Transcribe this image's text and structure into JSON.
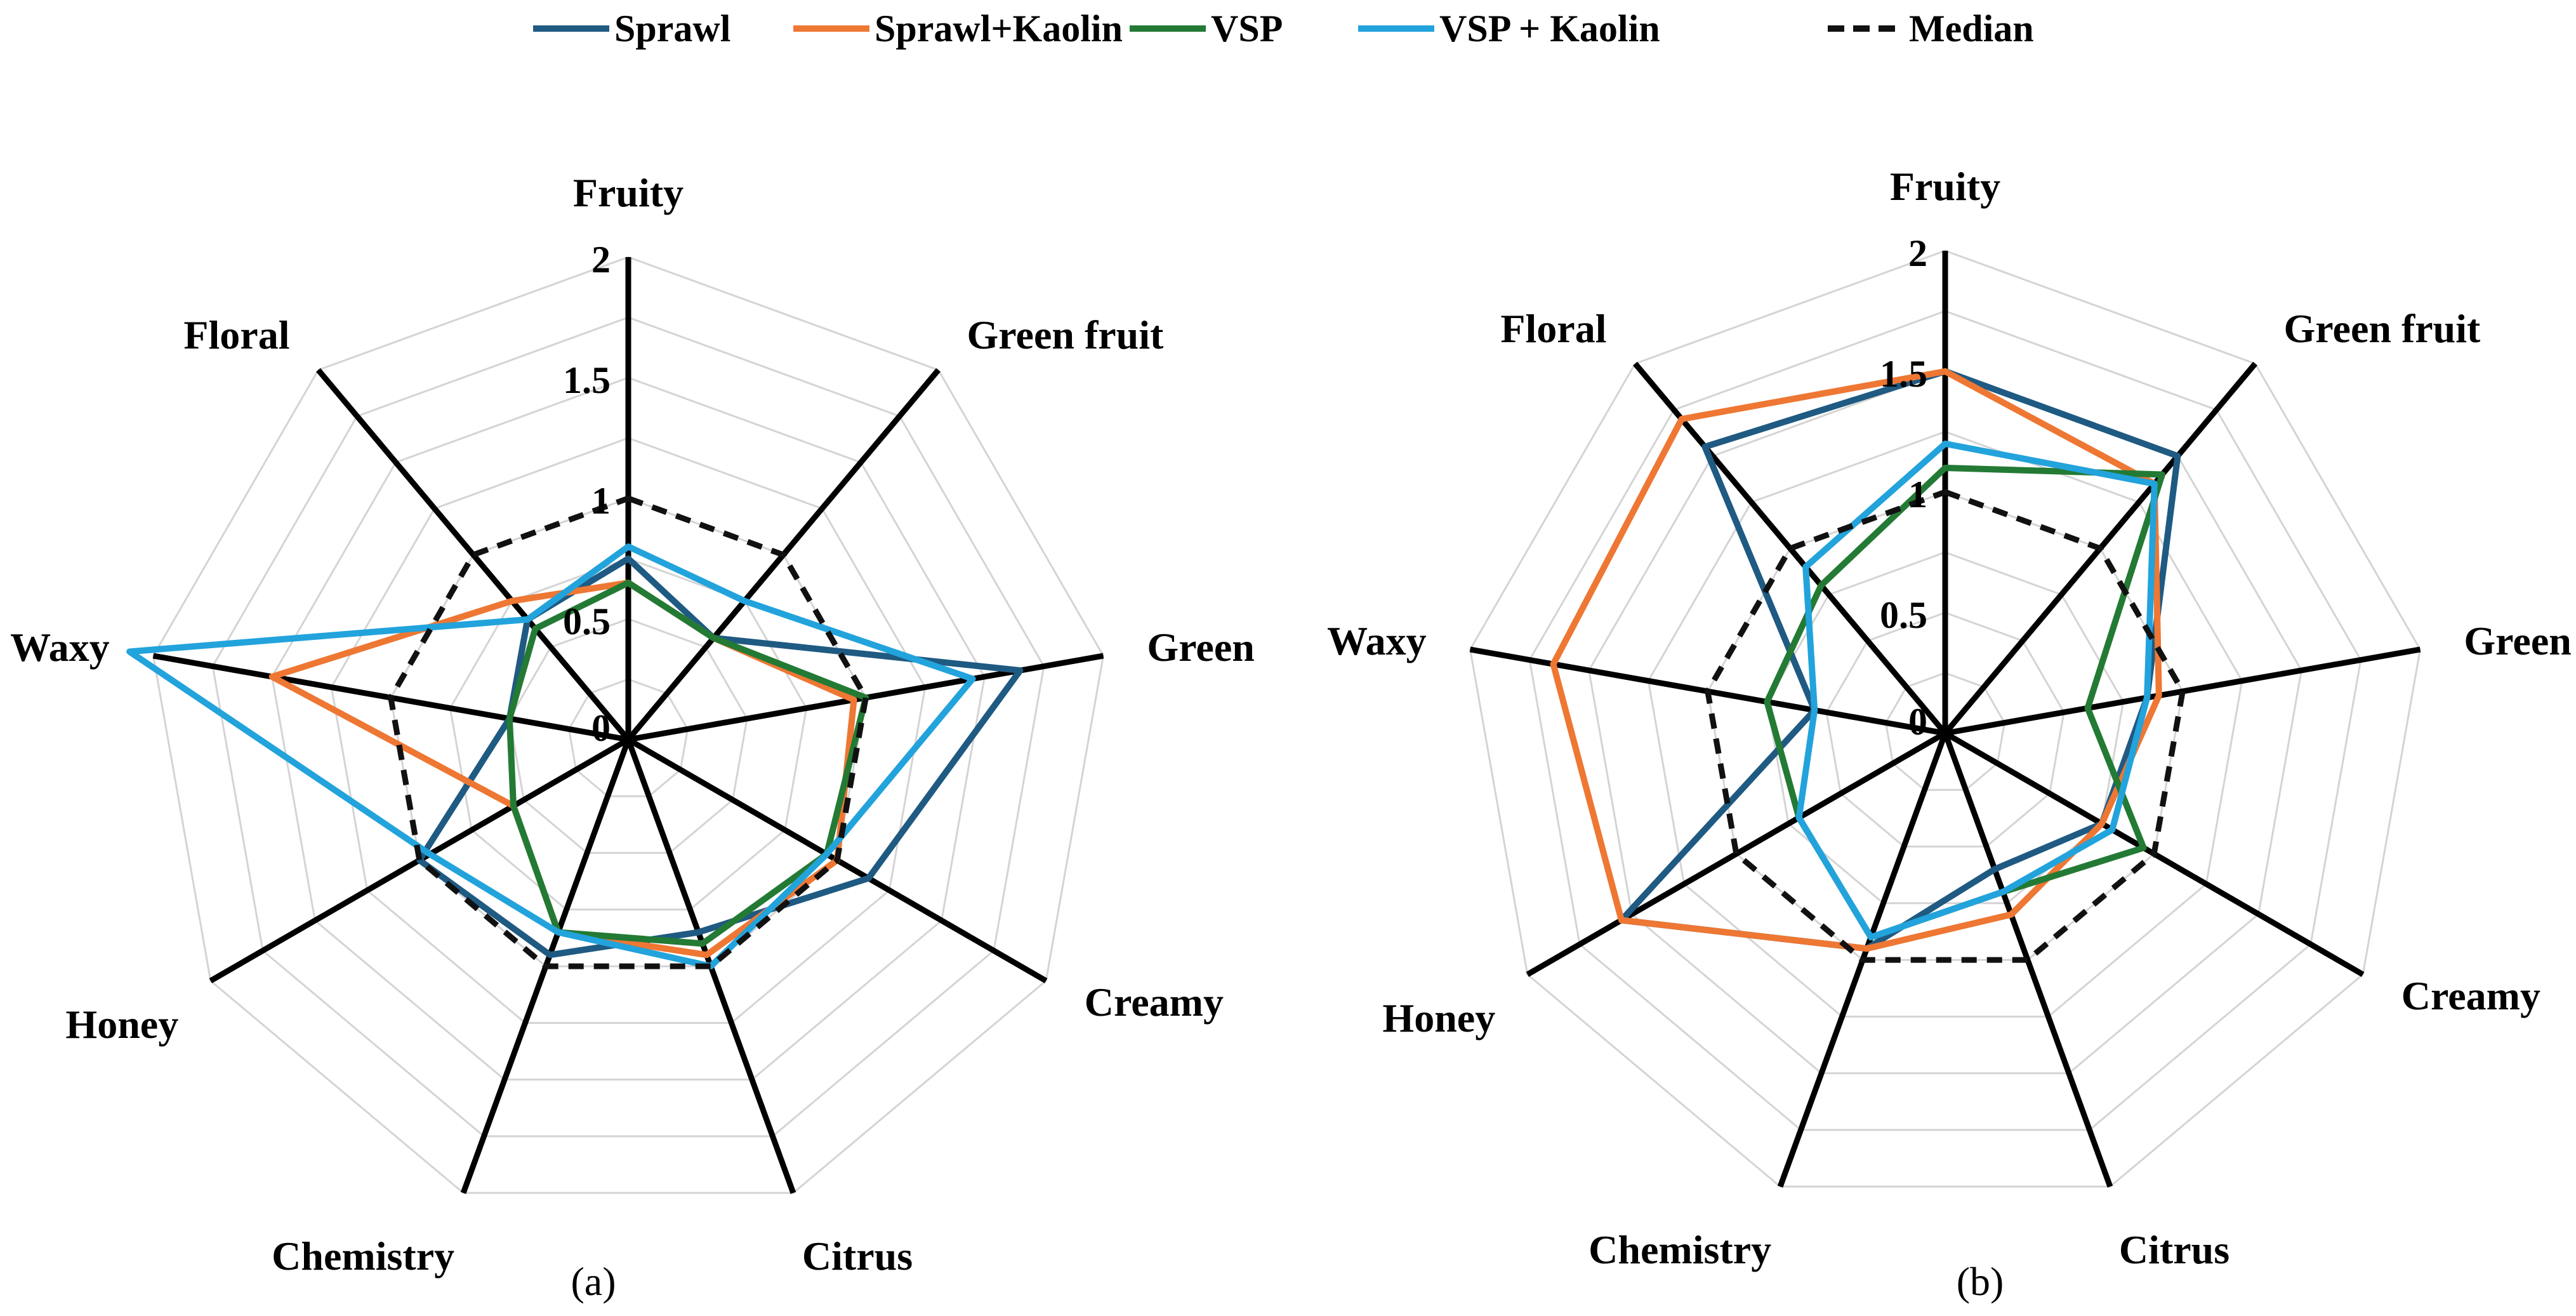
{
  "chart_data": [
    {
      "type": "radar",
      "panel_label": "(a)",
      "categories": [
        "Fruity",
        "Green fruit",
        "Green",
        "Creamy",
        "Citrus",
        "Chemistry",
        "Honey",
        "Waxy",
        "Floral"
      ],
      "r_ticks": [
        "0",
        "0.5",
        "1",
        "1.5",
        "2"
      ],
      "rlim": [
        0,
        2
      ],
      "grid": true,
      "series": [
        {
          "name": "Sprawl",
          "color": "#1f5a82",
          "dash": false,
          "values": [
            0.75,
            0.55,
            1.65,
            1.15,
            0.85,
            0.95,
            1.0,
            0.5,
            0.65
          ]
        },
        {
          "name": "Sprawl+Kaolin",
          "color": "#ee7733",
          "dash": false,
          "values": [
            0.65,
            0.55,
            0.95,
            1.0,
            0.95,
            0.85,
            0.55,
            1.5,
            0.75
          ]
        },
        {
          "name": "VSP",
          "color": "#237a34",
          "dash": false,
          "values": [
            0.65,
            0.55,
            1.0,
            0.95,
            0.9,
            0.85,
            0.55,
            0.5,
            0.6
          ]
        },
        {
          "name": "VSP + Kaolin",
          "color": "#22a3dc",
          "dash": false,
          "values": [
            0.8,
            0.75,
            1.45,
            0.95,
            1.0,
            0.85,
            0.95,
            2.1,
            0.65
          ]
        },
        {
          "name": "Median",
          "color": "#111111",
          "dash": true,
          "values": [
            1.0,
            1.0,
            1.0,
            1.0,
            1.0,
            1.0,
            1.0,
            1.0,
            1.0
          ]
        }
      ]
    },
    {
      "type": "radar",
      "panel_label": "(b)",
      "categories": [
        "Fruity",
        "Green fruit",
        "Green",
        "Creamy",
        "Citrus",
        "Chemistry",
        "Honey",
        "Waxy",
        "Floral"
      ],
      "r_ticks": [
        "0",
        "0.5",
        "1",
        "1.5",
        "2"
      ],
      "rlim": [
        0,
        2
      ],
      "grid": true,
      "series": [
        {
          "name": "Sprawl",
          "color": "#1f5a82",
          "dash": false,
          "values": [
            1.5,
            1.5,
            0.85,
            0.75,
            0.6,
            0.95,
            1.55,
            0.55,
            1.55
          ]
        },
        {
          "name": "Sprawl+Kaolin",
          "color": "#ee7733",
          "dash": false,
          "values": [
            1.5,
            1.35,
            0.9,
            0.75,
            0.8,
            0.95,
            1.55,
            1.65,
            1.7
          ]
        },
        {
          "name": "VSP",
          "color": "#237a34",
          "dash": false,
          "values": [
            1.1,
            1.4,
            0.6,
            0.95,
            0.7,
            0.9,
            0.7,
            0.75,
            0.8
          ]
        },
        {
          "name": "VSP + Kaolin",
          "color": "#22a3dc",
          "dash": false,
          "values": [
            1.2,
            1.35,
            0.85,
            0.8,
            0.7,
            0.9,
            0.7,
            0.55,
            0.9
          ]
        },
        {
          "name": "Median",
          "color": "#111111",
          "dash": true,
          "values": [
            1.0,
            1.0,
            1.0,
            1.0,
            1.0,
            1.0,
            1.0,
            1.0,
            1.0
          ]
        }
      ]
    }
  ],
  "legend": {
    "placement": "top",
    "items": [
      {
        "name": "Sprawl",
        "color": "#1f5a82",
        "dash": false
      },
      {
        "name": "Sprawl+Kaolin",
        "color": "#ee7733",
        "dash": false
      },
      {
        "name": "VSP",
        "color": "#237a34",
        "dash": false
      },
      {
        "name": "VSP + Kaolin",
        "color": "#22a3dc",
        "dash": false
      },
      {
        "name": "Median",
        "color": "#111111",
        "dash": true
      }
    ]
  }
}
